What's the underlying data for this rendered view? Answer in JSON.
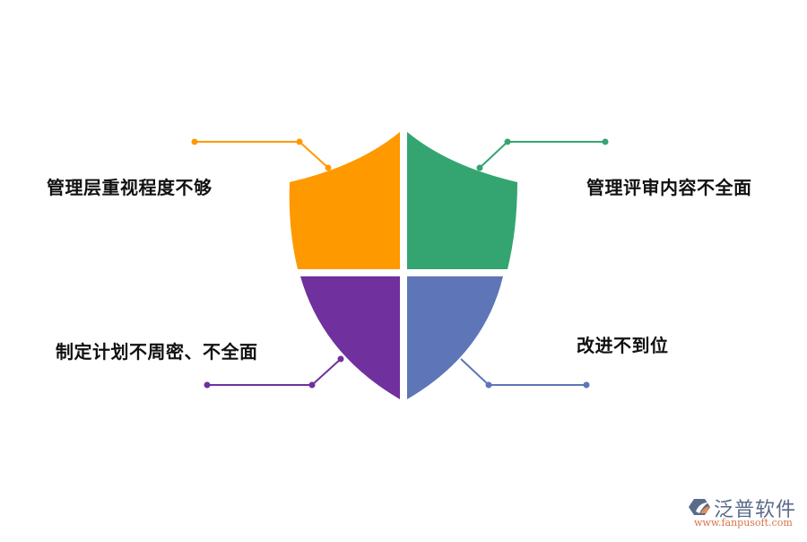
{
  "diagram": {
    "type": "shield-quadrant-infographic",
    "quadrants": [
      {
        "id": "top-left",
        "label": "管理层重视程度不够",
        "color": "#FF9900"
      },
      {
        "id": "top-right",
        "label": "管理评审内容不全面",
        "color": "#34A571"
      },
      {
        "id": "bottom-left",
        "label": "制定计划不周密、不全面",
        "color": "#70309E"
      },
      {
        "id": "bottom-right",
        "label": "改进不到位",
        "color": "#5E75B8"
      }
    ]
  },
  "watermark": {
    "name": "泛普软件",
    "url": "www.fanpusoft.com",
    "icon": "fanpu-logo-icon"
  }
}
